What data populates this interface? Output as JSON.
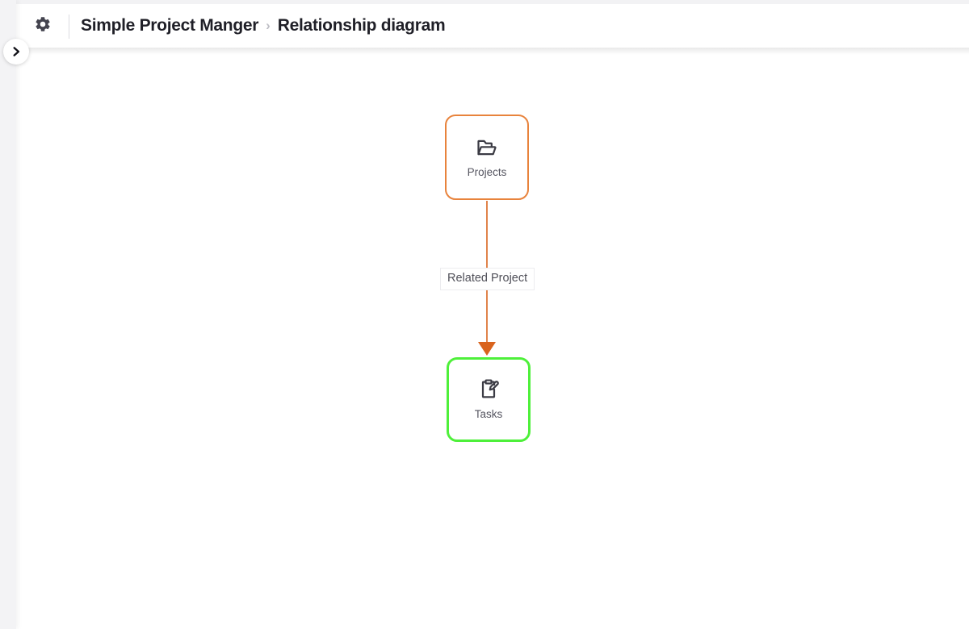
{
  "window": {
    "title": "Relationship diagram"
  },
  "sidebar": {
    "toggle_icon": "chevron-right-icon",
    "toggle_title": "Expand sidebar"
  },
  "header": {
    "settings_icon": "gear-icon",
    "settings_title": "Settings",
    "breadcrumb": {
      "parent": "Simple Project Manger",
      "separator": "›",
      "current": "Relationship diagram"
    }
  },
  "diagram": {
    "nodes": [
      {
        "id": "projects",
        "label": "Projects",
        "icon": "folder-open-icon",
        "border_color": "#e8833c"
      },
      {
        "id": "tasks",
        "label": "Tasks",
        "icon": "clipboard-edit-icon",
        "border_color": "#4ef03a"
      }
    ],
    "edges": [
      {
        "id": "projects-tasks",
        "label": "Related Project",
        "from": "projects",
        "to": "tasks",
        "color": "#d9641e",
        "arrow": "arrowhead-down-icon"
      }
    ]
  }
}
